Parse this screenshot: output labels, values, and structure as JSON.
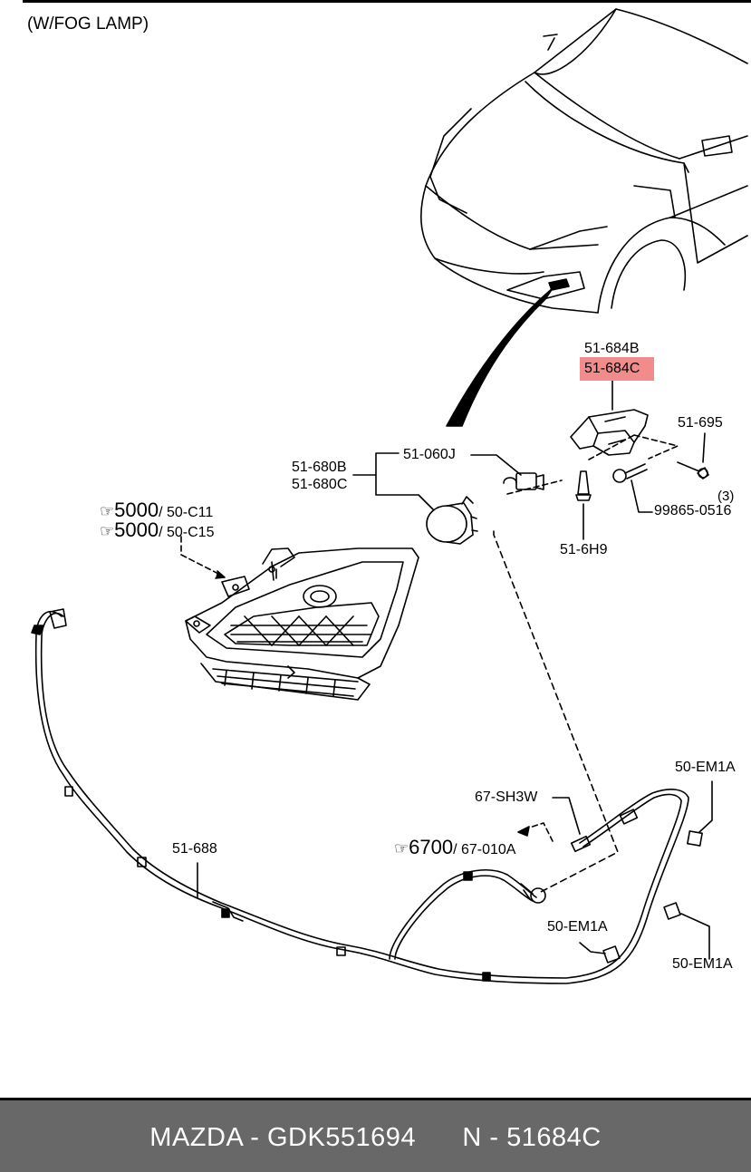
{
  "caption": "(W/FOG LAMP)",
  "parts": {
    "p_684b": "51-684B",
    "p_684c": "51-684C",
    "p_695": "51-695",
    "p_680b": "51-680B",
    "p_680c": "51-680C",
    "p_060j": "51-060J",
    "p_99865": "99865-0516",
    "p_qty3": "(3)",
    "p_6h9": "51-6H9",
    "p_688": "51-688",
    "p_sh3w": "67-SH3W",
    "p_em1a_top": "50-EM1A",
    "p_em1a_mid": "50-EM1A",
    "p_em1a_right": "50-EM1A"
  },
  "refs": {
    "r1_num": "5000",
    "r1_code": "/ 50-C11",
    "r2_num": "5000",
    "r2_code": "/ 50-C15",
    "r3_num": "6700",
    "r3_code": "/ 67-010A"
  },
  "footer": {
    "text": "MAZDA - GDK551694      N - 51684C"
  },
  "colors": {
    "highlight": "#f28b8b",
    "footer_bg": "#686868"
  }
}
